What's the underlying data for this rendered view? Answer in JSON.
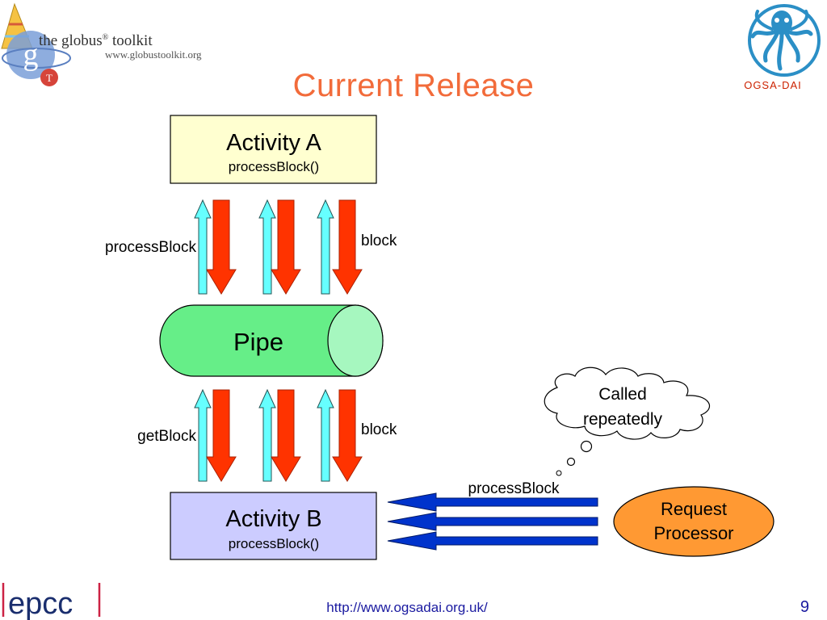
{
  "slide": {
    "title": "Current Release",
    "page_number": "9",
    "footer_url": "http://www.ogsadai.org.uk/"
  },
  "logos": {
    "globus_name": "the globus",
    "globus_name_tail": " toolkit",
    "globus_url": "www.globustoolkit.org",
    "globus_letter": "g",
    "globus_badge": "T",
    "ogsa_label": "OGSA-DAI",
    "epcc_label": "epcc"
  },
  "diagram": {
    "activity_a": {
      "title": "Activity A",
      "method": "processBlock()"
    },
    "activity_b": {
      "title": "Activity B",
      "method": "processBlock()"
    },
    "pipe": {
      "label": "Pipe"
    },
    "upper_left_label": "processBlock",
    "upper_right_label": "block",
    "lower_left_label": "getBlock",
    "lower_right_label": "block",
    "processor_arrow_label": "processBlock",
    "request_processor": {
      "line1": "Request",
      "line2": "Processor"
    },
    "thought": {
      "line1": "Called",
      "line2": "repeatedly"
    }
  },
  "colors": {
    "title": "#f26b3a",
    "activity_a_fill": "#ffffd0",
    "activity_b_fill": "#ccccff",
    "pipe_fill": "#66ee88",
    "pipe_end": "#a6f7bf",
    "up_arrow": "#66ffff",
    "down_arrow": "#ff3300",
    "left_arrow": "#0033cc",
    "request_processor_fill": "#ff9933",
    "ogsa_blue": "#2b8fc6",
    "ogsa_red": "#cc2200",
    "footer_blue": "#1a1aa0"
  },
  "icons": {
    "globus_logo": "globus-logo-icon",
    "ogsa_logo": "octopus-icon",
    "epcc_logo": "epcc-logo-icon",
    "thought_bubble": "thought-cloud-icon"
  }
}
